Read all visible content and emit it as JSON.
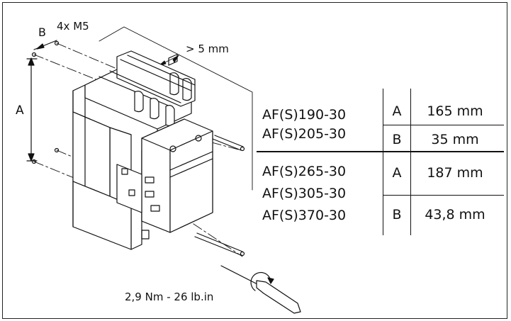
{
  "labels": {
    "a": "A",
    "b": "B",
    "screws": "4x M5",
    "clearance": "> 5 mm",
    "torque": "2,9 Nm - 26 lb.in"
  },
  "table": {
    "groups": [
      {
        "models": [
          "AF(S)190-30",
          "AF(S)205-30"
        ],
        "rows": [
          {
            "dim": "A",
            "value": "165 mm"
          },
          {
            "dim": "B",
            "value": "35 mm"
          }
        ]
      },
      {
        "models": [
          "AF(S)265-30",
          "AF(S)305-30",
          "AF(S)370-30"
        ],
        "rows": [
          {
            "dim": "A",
            "value": "187 mm"
          },
          {
            "dim": "B",
            "value": "43,8 mm"
          }
        ]
      }
    ]
  }
}
